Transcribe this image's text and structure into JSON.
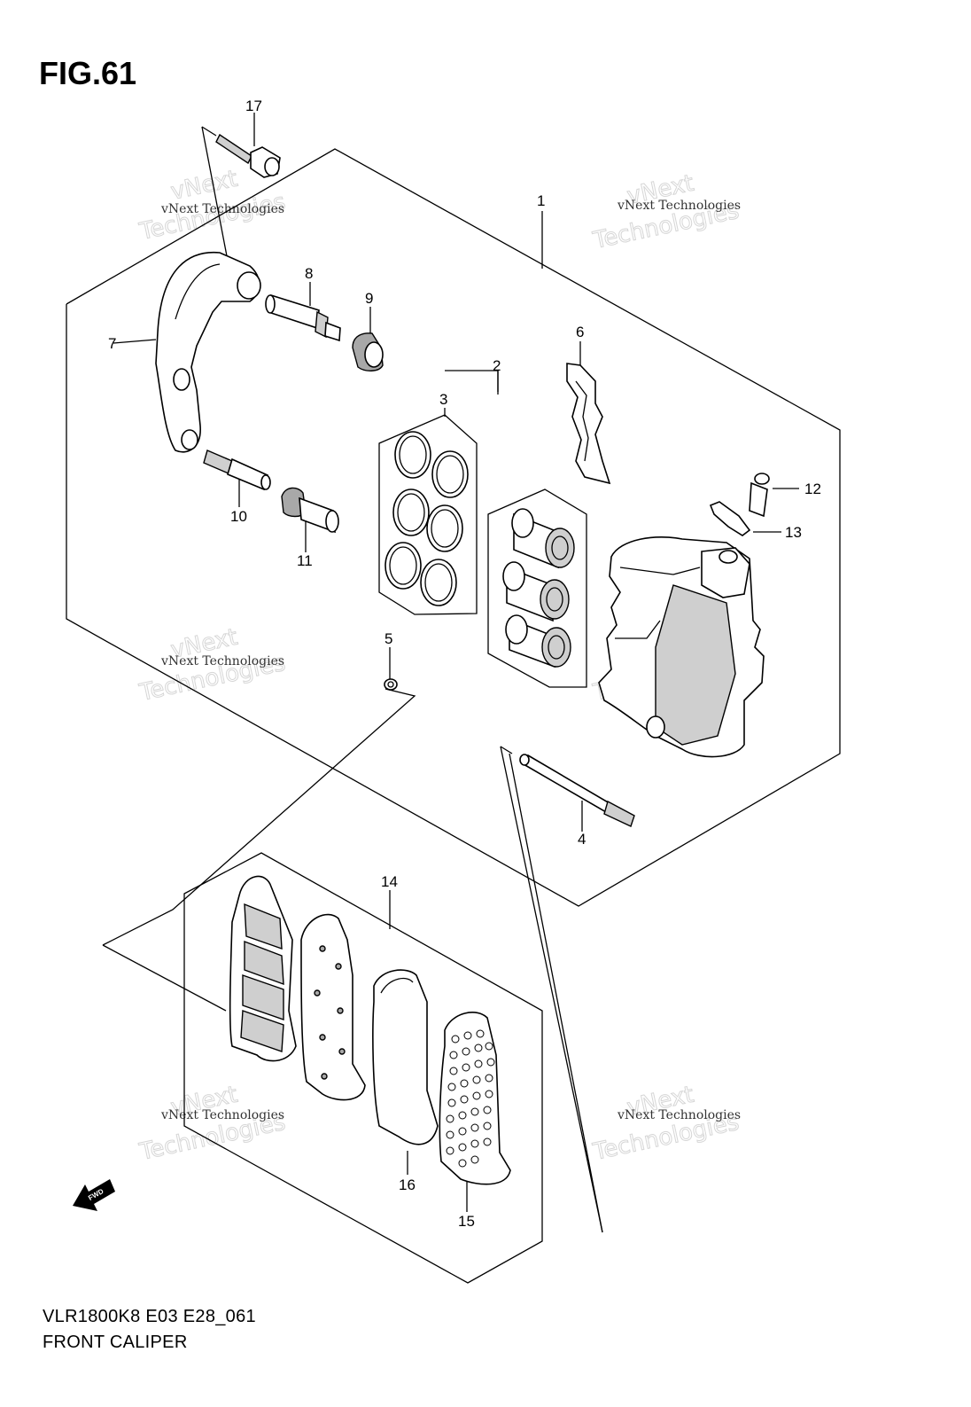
{
  "figure": {
    "title": "FIG.61",
    "code": "VLR1800K8 E03 E28_061",
    "name": "FRONT CALIPER"
  },
  "watermark": {
    "line1": "vNext Technologies",
    "line2_a": "vNext",
    "line2_b": "Technologies"
  },
  "fwd_label": "FWD",
  "callouts": [
    "1",
    "2",
    "3",
    "4",
    "5",
    "6",
    "7",
    "8",
    "9",
    "10",
    "11",
    "12",
    "13",
    "14",
    "15",
    "16",
    "17"
  ],
  "colors": {
    "ink": "#000000",
    "paper": "#ffffff",
    "watermark": "#d6d6d6"
  }
}
